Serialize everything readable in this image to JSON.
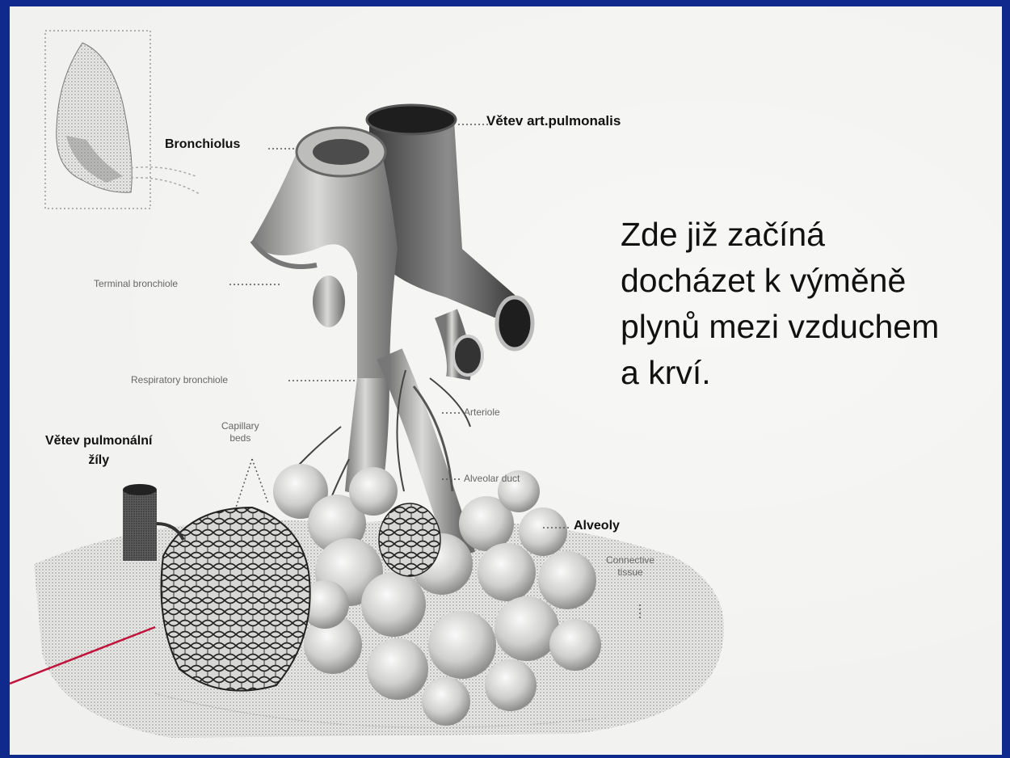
{
  "colors": {
    "frame": "#0f2a8c",
    "paper": "#f7f7f5",
    "pointer_line": "#c0143c"
  },
  "labels": {
    "artery_branch": "Větev art.pulmonalis",
    "bronchiolus": "Bronchiolus",
    "terminal_bronchiole": "Terminal bronchiole",
    "respiratory_bronchiole": "Respiratory bronchiole",
    "arteriole": "Arteriole",
    "alveolar_duct": "Alveolar duct",
    "alveoli": "Alveoly",
    "connective_tissue": [
      "Connective",
      "tissue"
    ],
    "capillary_beds": [
      "Capillary",
      "beds"
    ],
    "vein_branch": [
      "Větev pulmonální",
      "žíly"
    ]
  },
  "main_text": [
    "Zde již začíná",
    "docházet k výměně",
    "plynů mezi vzduchem",
    "a krví."
  ]
}
